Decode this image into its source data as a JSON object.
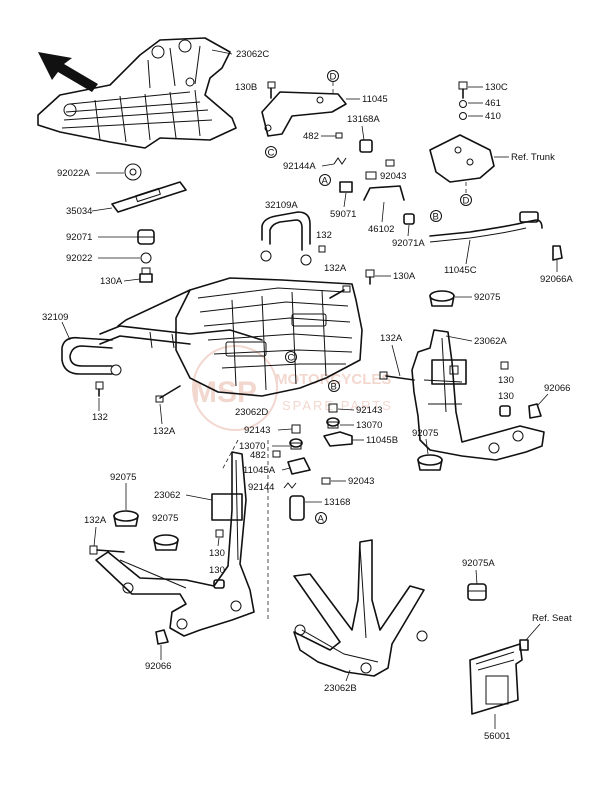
{
  "labels": {
    "p23062C": "23062C",
    "p130B": "130B",
    "p11045": "11045",
    "p482a": "482",
    "p13168A": "13168A",
    "p92144A": "92144A",
    "p92043a": "92043",
    "p59071": "59071",
    "p46102": "46102",
    "p130C": "130C",
    "p461": "461",
    "p410": "410",
    "refTrunk": "Ref. Trunk",
    "p92022A": "92022A",
    "p35034": "35034",
    "p92071": "92071",
    "p92022": "92022",
    "p130Aa": "130A",
    "p32109A": "32109A",
    "p132a": "132",
    "p132Aa": "132A",
    "p130Ab": "130A",
    "p92071A": "92071A",
    "p11045C": "11045C",
    "p92066A": "92066A",
    "p92075a": "92075",
    "p32109": "32109",
    "p132b": "132",
    "p23062A": "23062A",
    "p132Ab": "132A",
    "p130a": "130",
    "p92066a": "92066",
    "p23062D": "23062D",
    "p132Ac": "132A",
    "p130b": "130",
    "p92143a": "92143",
    "p13070a": "13070",
    "p92143b": "92143",
    "p11045B": "11045B",
    "p13070b": "13070",
    "p92075b": "92075",
    "p482b": "482",
    "p11045A": "11045A",
    "p92043b": "92043",
    "p92144": "92144",
    "p13168": "13168",
    "p92075c": "92075",
    "p23062": "23062",
    "p92075d": "92075",
    "p132Ad": "132A",
    "p130c": "130",
    "p130d": "130",
    "p92075A": "92075A",
    "refSeat": "Ref. Seat",
    "p92066b": "92066",
    "p23062B": "23062B",
    "p56001": "56001"
  },
  "callouts": {
    "A": "A",
    "B": "B",
    "C": "C",
    "D": "D"
  },
  "watermark": {
    "brand": "MSP",
    "line1": "MOTORCYCLES",
    "line2": "SPARE PARTS"
  },
  "colors": {
    "ink": "#111111",
    "watermark": "#e8b8a8"
  }
}
